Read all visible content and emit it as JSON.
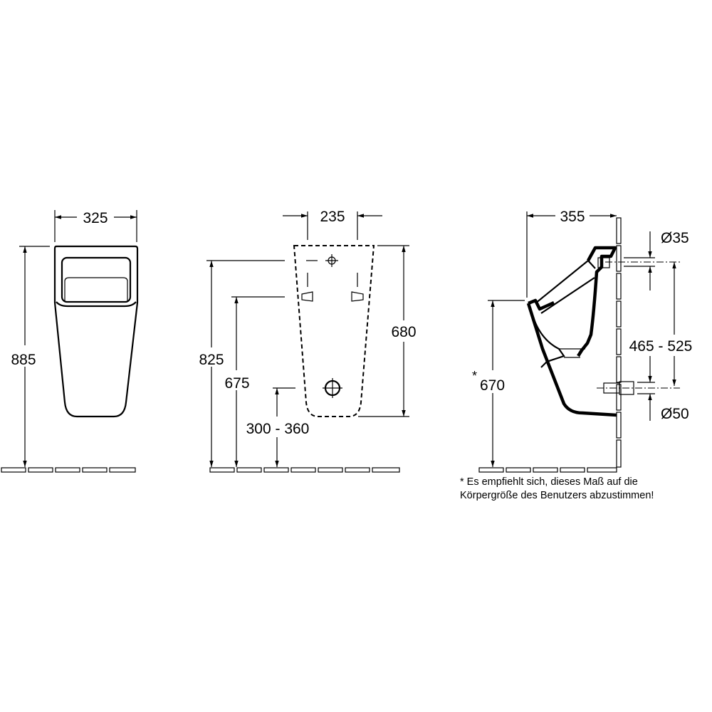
{
  "front_view": {
    "width_label": "325",
    "height_label": "885"
  },
  "rear_view": {
    "width_label": "235",
    "height_label": "680",
    "inlet_height_label": "825",
    "fixing_height_label": "675",
    "outlet_height_label": "300 - 360"
  },
  "side_view": {
    "depth_label": "355",
    "rim_height_label": "670",
    "rim_height_marker": "*",
    "inlet_diameter_label": "Ø35",
    "inlet_outlet_distance_label": "465 - 525",
    "outlet_diameter_label": "Ø50"
  },
  "footnote": {
    "line1": "* Es empfiehlt sich, dieses Maß auf die",
    "line2": "Körpergröße  des Benutzers abzustimmen!"
  }
}
